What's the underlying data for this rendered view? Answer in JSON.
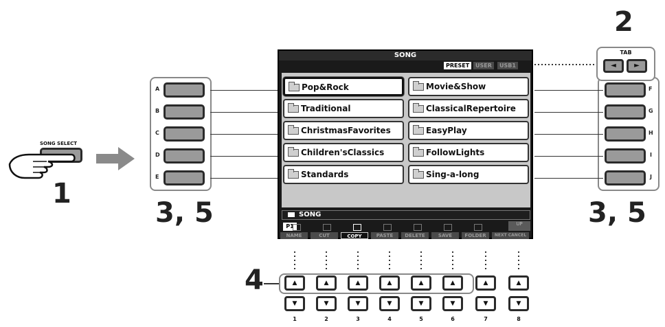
{
  "steps": {
    "s1": "1",
    "s2": "2",
    "s35_left": "3, 5",
    "s35_right": "3, 5",
    "s4": "4"
  },
  "song_select_label": "SONG SELECT",
  "tab_label": "TAB",
  "tab_left": "◄",
  "tab_right": "►",
  "left_buttons": [
    "A",
    "B",
    "C",
    "D",
    "E"
  ],
  "right_buttons": [
    "F",
    "G",
    "H",
    "I",
    "J"
  ],
  "screen": {
    "title": "SONG",
    "tabs": [
      "PRESET",
      "USER",
      "USB1"
    ],
    "files_left": [
      "Pop&Rock",
      "Traditional",
      "ChristmasFavorites",
      "Children'sClassics",
      "Standards"
    ],
    "files_right": [
      "Movie&Show",
      "ClassicalRepertoire",
      "EasyPlay",
      "FollowLights",
      "Sing-a-long"
    ],
    "path": "SONG",
    "page": "P1",
    "up_label": "UP",
    "menu": [
      "NAME",
      "CUT",
      "COPY",
      "PASTE",
      "DELETE",
      "SAVE",
      "FOLDER",
      "NEXT CANCEL"
    ]
  },
  "bottom_buttons": {
    "up": "▲",
    "down": "▼",
    "numbers": [
      "1",
      "2",
      "3",
      "4",
      "5",
      "6",
      "7",
      "8"
    ]
  }
}
